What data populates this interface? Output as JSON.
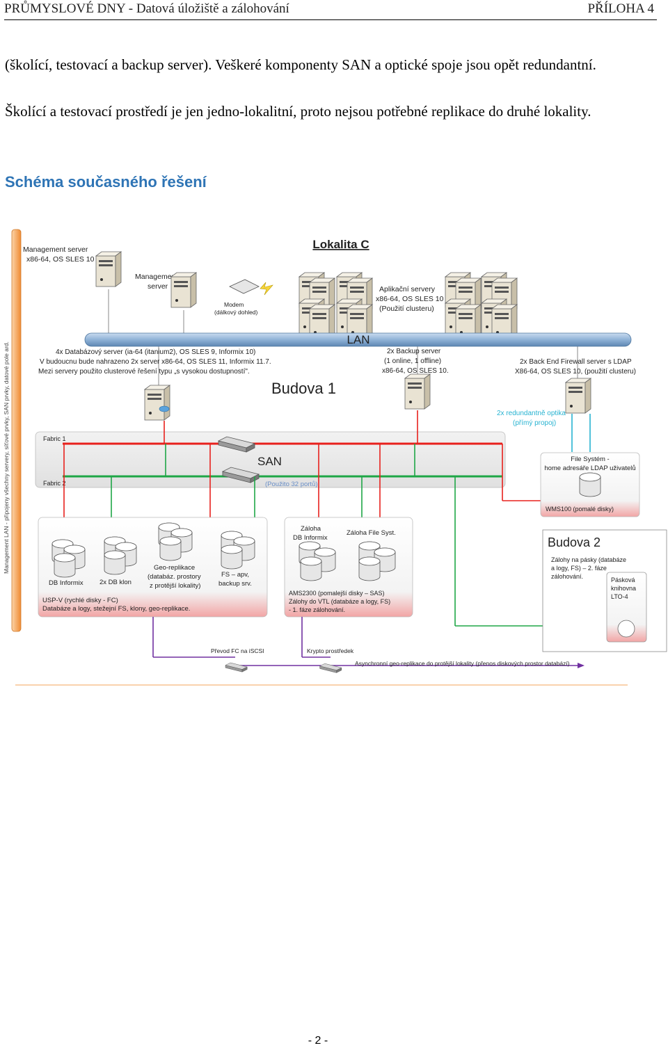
{
  "header": {
    "left": "PRŮMYSLOVÉ DNY - Datová úložiště a zálohování",
    "right": "PŘÍLOHA 4"
  },
  "paragraphs": [
    "(školící, testovací a backup server). Veškeré komponenty SAN a optické spoje jsou opět redundantní.",
    "Školící a testovací prostředí je jen jedno-lokalitní, proto nejsou potřebné replikace do druhé lokality."
  ],
  "section_heading": "Schéma současného řešení",
  "diagram": {
    "title": "Lokalita C",
    "mgmt_lan_label": "Management LAN - připojeny všechny servery, síťové prvky, SAN prvky, datové pole ard.",
    "mgmt_server_label": [
      "Management server",
      "x86-64, OS SLES 10"
    ],
    "mgmt_server2_label": [
      "Management",
      "server"
    ],
    "modem_label": [
      "Modem",
      "(dálkový dohled)"
    ],
    "app_servers_label": [
      "Aplikační servery",
      "x86-64, OS SLES 10",
      "(Použití clusteru)"
    ],
    "lan_label": "LAN",
    "db_servers_label": [
      "4x Databázový server (ia-64 (itanium2), OS SLES 9, Informix 10)",
      "V budoucnu bude nahrazeno 2x server x86-64, OS SLES 11, Informix 11.7.",
      "Mezi servery použito clusterové řešení typu „s vysokou dostupností\"."
    ],
    "backup_server_label": [
      "2x Backup server",
      "(1 online, 1 offline)",
      "x86-64, OS SLES 10."
    ],
    "firewall_label": [
      "2x Back End Firewall server s LDAP",
      "X86-64, OS SLES 10, (použití clusteru)"
    ],
    "budova1": "Budova 1",
    "optics_label": [
      "2x redundantně optika",
      "(přímý propoj)"
    ],
    "fabric1": "Fabric 1",
    "fabric2": "Fabric 2",
    "san_label": "SAN",
    "san_ports": "(Použito 32 portů)",
    "filesystem_label": [
      "File Systém -",
      "home adresáře LDAP uživatelů"
    ],
    "wms_label": "WMS100 (pomalé disky)",
    "storage_left_items": [
      "DB Informix",
      "2x DB klon",
      "Geo-replikace",
      "(databáz. prostory",
      "z protější lokality)",
      "FS – apv,",
      "backup srv."
    ],
    "usp_label": [
      "USP-V (rychlé disky - FC)",
      "Databáze a logy, stežejní FS, klony, geo-replikace."
    ],
    "backup_items": [
      "Záloha",
      "DB Informix",
      "Záloha File Syst."
    ],
    "ams_label": [
      "AMS2300 (pomalejší disky – SAS)",
      "Zálohy do VTL (databáze a logy, FS)",
      "- 1. fáze zálohování."
    ],
    "budova2": "Budova 2",
    "budova2_desc": [
      "Zálohy na pásky (databáze",
      "a logy, FS) – 2. fáze",
      "zálohování."
    ],
    "tape_label": [
      "Pásková",
      "knihovna",
      "LTO-4"
    ],
    "fc_iscsi": "Převod FC na iSCSI",
    "crypto": "Krypto prostředek",
    "async_label": "Asynchronní geo-replikace do protější lokality (přenos diskových prostor databází)"
  },
  "page_number": "- 2 -",
  "colors": {
    "heading": "#2e74b5",
    "fabric1": "#e8201c",
    "fabric2": "#1ea646",
    "lan_pipe": "#8fb2d6",
    "purple_link": "#7030a0",
    "optics": "#27b3d1",
    "mgmt_bar": "#f08b32"
  }
}
